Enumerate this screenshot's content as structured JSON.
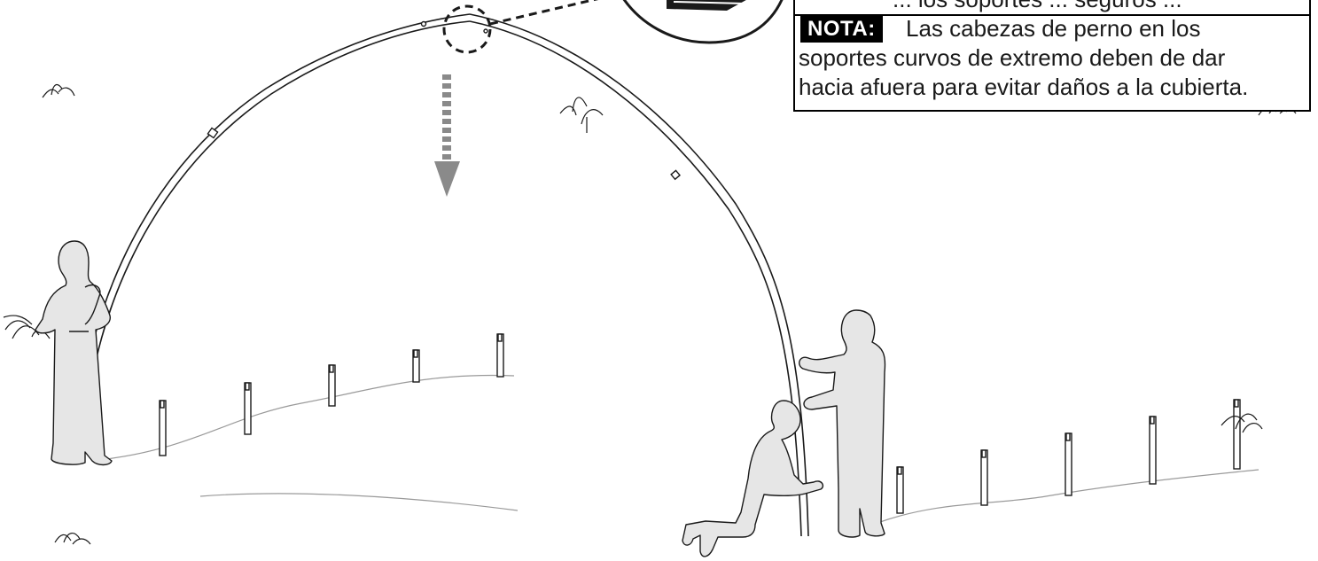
{
  "note": {
    "partial_top": "... los soportes ... seguros ...",
    "tag": "NOTA:",
    "line1": "Las cabezas de perno en los",
    "line2": "soportes curvos de extremo deben de dar",
    "line3": "hacia afuera para evitar daños a la cubierta."
  },
  "colors": {
    "figure_fill": "#e6e6e6",
    "line": "#1a1a1a",
    "arrow": "#8a8a8a",
    "ground": "#9a9a9a"
  },
  "icons": [
    "dashed-down-arrow-icon",
    "grass-tuft-icon",
    "magnifier-callout-icon"
  ]
}
